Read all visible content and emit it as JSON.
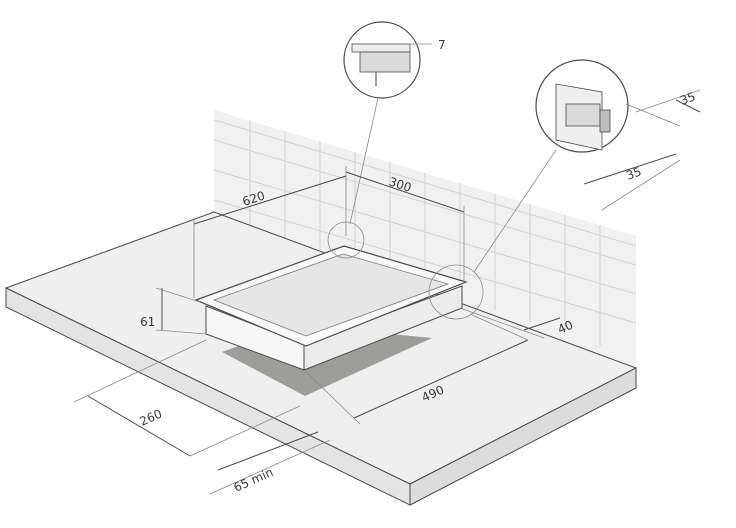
{
  "dimensions": {
    "gap_top_detail": "7",
    "side_depth": "35",
    "side_width": "35",
    "width_label": "300",
    "depth_label": "620",
    "height_label": "61",
    "rear_gap_label": "40",
    "length_label": "490",
    "front_offset_label": "260",
    "edge_min_label": "65 min"
  },
  "colors": {
    "stroke": "#4b4b4b",
    "wall": "#f1f1f1",
    "counter_top": "#efefef",
    "counter_side": "#e4e4e4",
    "hob_top": "#e6e6e6",
    "hob_frame": "#f9f9f9",
    "cutout_shadow": "#9d9d9a"
  }
}
